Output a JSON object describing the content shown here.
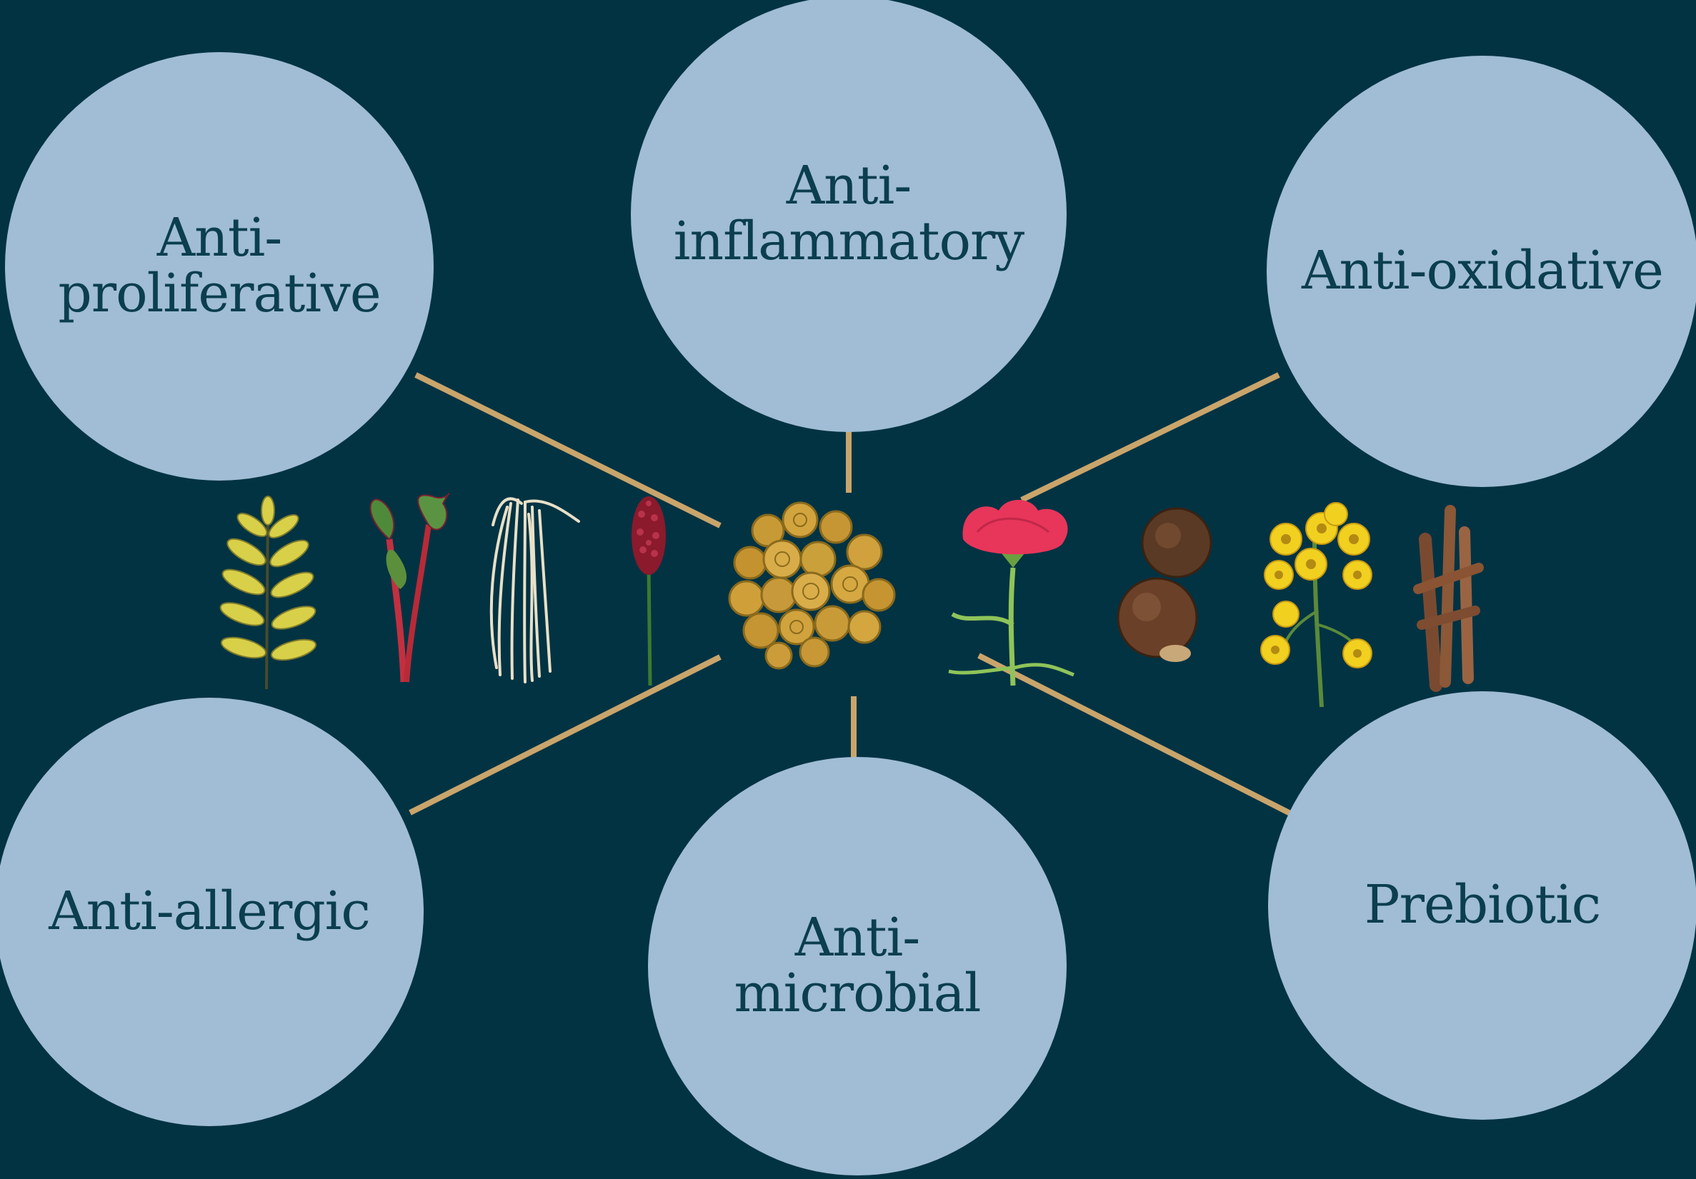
{
  "colors": {
    "background": "#023343",
    "circle_fill": "#a0bdd5",
    "label_text": "#0b3e4e",
    "connector": "#c9a56b"
  },
  "nodes": [
    {
      "id": "anti-proliferative",
      "lines": [
        "Anti-",
        "proliferative"
      ]
    },
    {
      "id": "anti-inflammatory",
      "lines": [
        "Anti-",
        "inflammatory"
      ]
    },
    {
      "id": "anti-oxidative",
      "lines": [
        "Anti-oxidative"
      ]
    },
    {
      "id": "anti-allergic",
      "lines": [
        "Anti-allergic"
      ]
    },
    {
      "id": "anti-microbial",
      "lines": [
        "Anti-",
        "microbial"
      ]
    },
    {
      "id": "prebiotic",
      "lines": [
        "Prebiotic"
      ]
    }
  ],
  "plants": [
    {
      "id": "yellow-leaf-sprig",
      "icon": "leaf-sprig-icon"
    },
    {
      "id": "red-chard",
      "icon": "chard-icon"
    },
    {
      "id": "white-roots",
      "icon": "roots-icon"
    },
    {
      "id": "burnet-flower",
      "icon": "burnet-icon"
    },
    {
      "id": "dried-root-slices",
      "icon": "root-slices-icon"
    },
    {
      "id": "pink-carnation",
      "icon": "carnation-icon"
    },
    {
      "id": "brown-nuts",
      "icon": "nuts-icon"
    },
    {
      "id": "yellow-daisies",
      "icon": "daisy-icon"
    },
    {
      "id": "licorice-sticks",
      "icon": "licorice-icon"
    }
  ]
}
